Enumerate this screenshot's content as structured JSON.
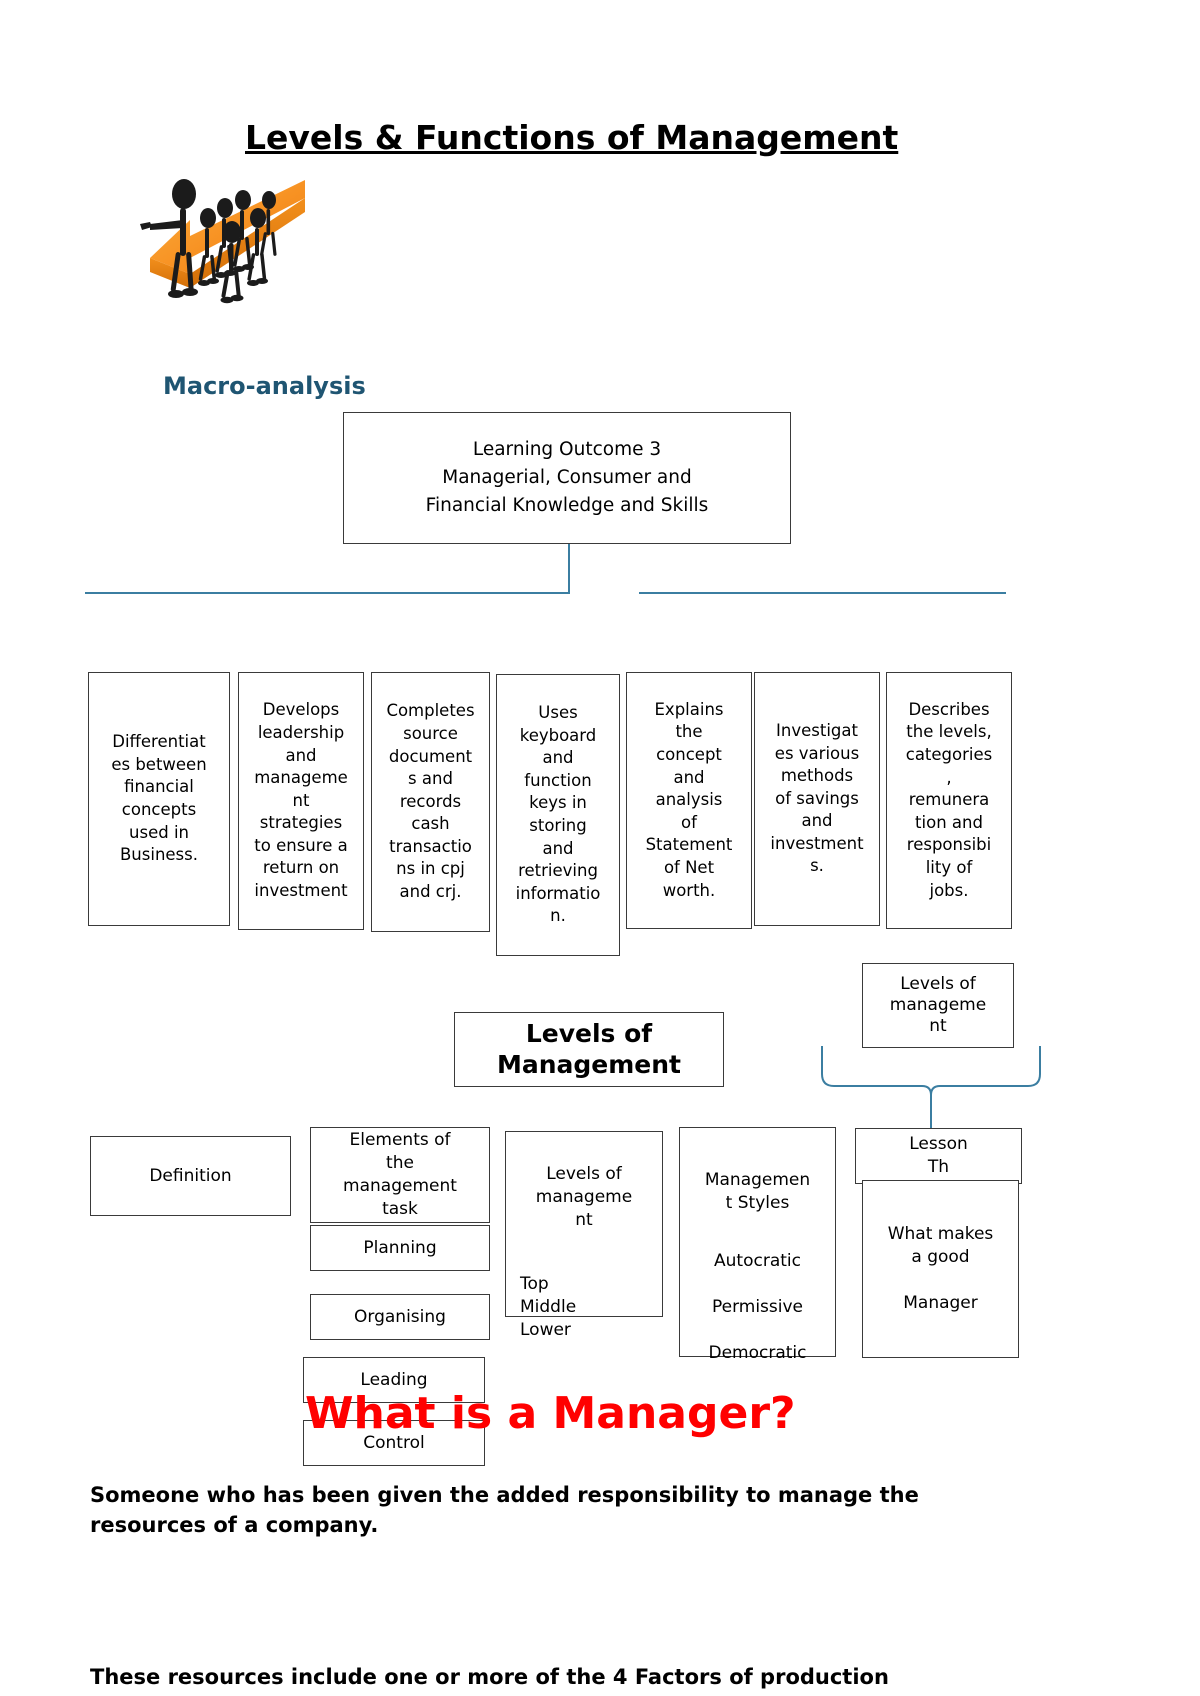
{
  "document": {
    "title": "Levels & Functions of Management",
    "section_heading": "Macro-analysis"
  },
  "clipart": {
    "name": "stick-figures-on-orange-arrow"
  },
  "learning_outcome": {
    "text": "Learning Outcome 3\nManagerial, Consumer and\nFinancial Knowledge and Skills"
  },
  "outcome_boxes": [
    {
      "text": "Differentiat\nes between\nfinancial\nconcepts\nused in\nBusiness."
    },
    {
      "text": "Develops\nleadership\nand\nmanageme\nnt\nstrategies\nto ensure a\nreturn on\ninvestment"
    },
    {
      "text": "Completes\nsource\ndocument\ns and\nrecords\ncash\ntransactio\nns in cpj\nand crj."
    },
    {
      "text": "Uses\nkeyboard\nand\nfunction\nkeys in\nstoring\nand\nretrieving\ninformatio\nn."
    },
    {
      "text": "Explains\nthe\nconcept\nand\nanalysis\nof\nStatement\nof Net\nworth."
    },
    {
      "text": "Investigat\nes various\nmethods\nof savings\nand\ninvestment\ns."
    },
    {
      "text": "Describes\nthe levels,\ncategories\n,\nremunera\ntion and\nresponsibi\nlity of\njobs."
    }
  ],
  "mid_section": {
    "levels_small_box": "Levels of\nmanageme\nnt",
    "levels_title_box": "Levels of\nManagement"
  },
  "bottom_boxes": {
    "definition": "Definition",
    "elements": "Elements of\nthe\nmanagement\ntask",
    "planning": "Planning",
    "organising": "Organising",
    "leading": "Leading",
    "control": "Control",
    "levels_heading": "Levels of\nmanageme\nnt",
    "levels_list": "Top\nMiddle\nLower",
    "styles_heading": "Managemen\nt Styles",
    "styles_list": "Autocratic\n\nPermissive\n\nDemocratic",
    "lesson": "Lesson\nTh",
    "good_manager": "What makes\na good\n\nManager"
  },
  "manager_section": {
    "heading": "What is a Manager?",
    "paragraph_1": "Someone who has been given the added responsibility to manage the resources of a company.",
    "paragraph_2": "These resources include one or more of the 4 Factors of production"
  },
  "colors": {
    "accent_blue": "#1f5572",
    "connector_blue": "#3b7ea1",
    "red": "#ff0000",
    "box_border": "#3a3a3a"
  }
}
